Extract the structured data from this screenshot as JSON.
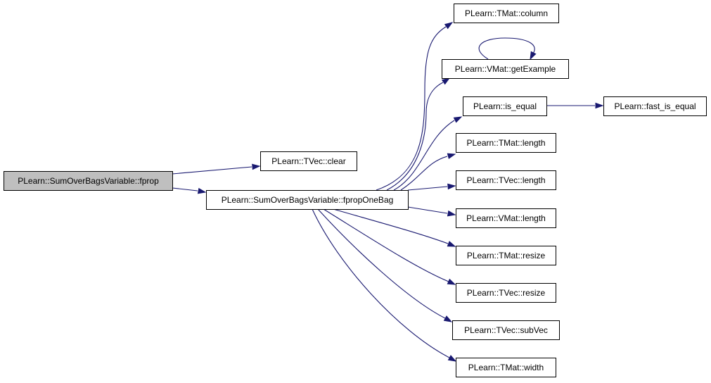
{
  "graph": {
    "colors": {
      "edge": "#191970",
      "root_fill": "#bfbfbf",
      "node_fill": "#ffffff",
      "border": "#000000"
    },
    "nodes": [
      {
        "id": "fprop",
        "label": "PLearn::SumOverBagsVariable::fprop",
        "root": true
      },
      {
        "id": "tvec_clear",
        "label": "PLearn::TVec::clear"
      },
      {
        "id": "fpropOneBag",
        "label": "PLearn::SumOverBagsVariable::fpropOneBag"
      },
      {
        "id": "tmat_column",
        "label": "PLearn::TMat::column"
      },
      {
        "id": "vmat_getExample",
        "label": "PLearn::VMat::getExample"
      },
      {
        "id": "is_equal",
        "label": "PLearn::is_equal"
      },
      {
        "id": "fast_is_equal",
        "label": "PLearn::fast_is_equal"
      },
      {
        "id": "tmat_length",
        "label": "PLearn::TMat::length"
      },
      {
        "id": "tvec_length",
        "label": "PLearn::TVec::length"
      },
      {
        "id": "vmat_length",
        "label": "PLearn::VMat::length"
      },
      {
        "id": "tmat_resize",
        "label": "PLearn::TMat::resize"
      },
      {
        "id": "tvec_resize",
        "label": "PLearn::TVec::resize"
      },
      {
        "id": "tvec_subVec",
        "label": "PLearn::TVec::subVec"
      },
      {
        "id": "tmat_width",
        "label": "PLearn::TMat::width"
      }
    ],
    "edges": [
      {
        "from": "fprop",
        "to": "tvec_clear"
      },
      {
        "from": "fprop",
        "to": "fpropOneBag"
      },
      {
        "from": "fpropOneBag",
        "to": "tmat_column"
      },
      {
        "from": "fpropOneBag",
        "to": "vmat_getExample"
      },
      {
        "from": "vmat_getExample",
        "to": "vmat_getExample"
      },
      {
        "from": "fpropOneBag",
        "to": "is_equal"
      },
      {
        "from": "is_equal",
        "to": "fast_is_equal"
      },
      {
        "from": "fpropOneBag",
        "to": "tmat_length"
      },
      {
        "from": "fpropOneBag",
        "to": "tvec_length"
      },
      {
        "from": "fpropOneBag",
        "to": "vmat_length"
      },
      {
        "from": "fpropOneBag",
        "to": "tmat_resize"
      },
      {
        "from": "fpropOneBag",
        "to": "tvec_resize"
      },
      {
        "from": "fpropOneBag",
        "to": "tvec_subVec"
      },
      {
        "from": "fpropOneBag",
        "to": "tmat_width"
      }
    ]
  }
}
